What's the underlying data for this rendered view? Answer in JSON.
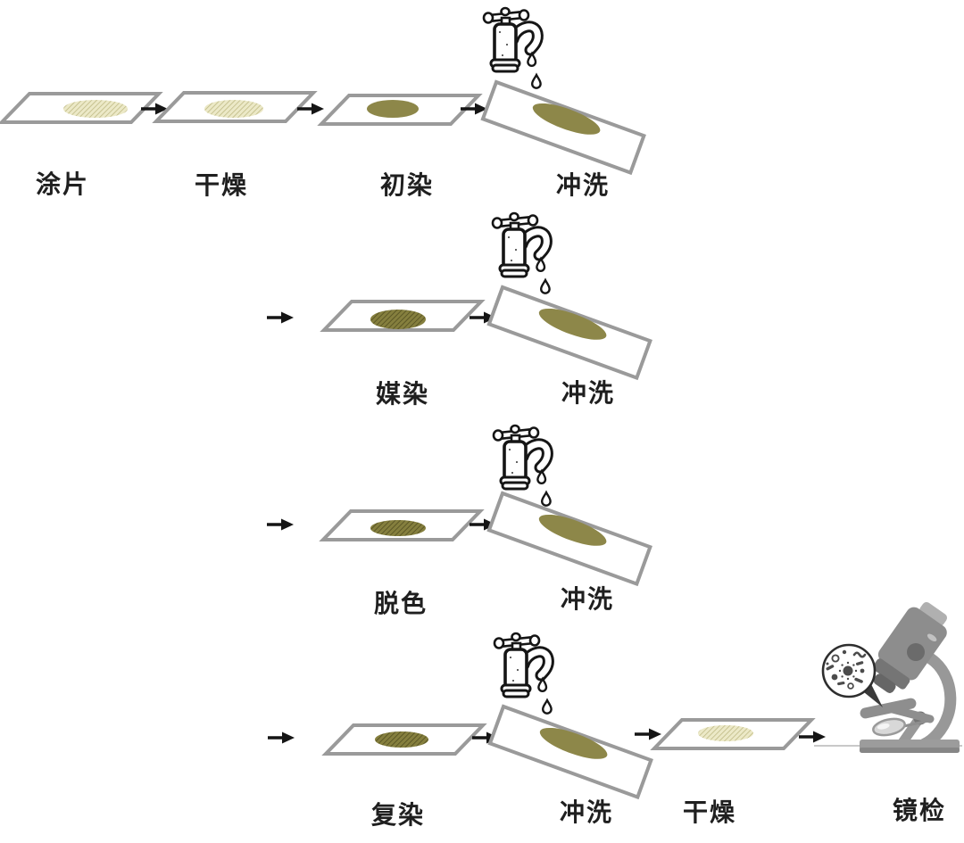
{
  "diagram": {
    "background": "#ffffff",
    "rows": [
      {
        "steps": [
          {
            "label": "涂片",
            "icon": "glass-slide-icon",
            "stain": "light-hatch"
          },
          {
            "label": "干燥",
            "icon": "glass-slide-icon",
            "stain": "light-hatch"
          },
          {
            "label": "初染",
            "icon": "glass-slide-icon",
            "stain": "solid-olive"
          },
          {
            "label": "冲洗",
            "icon": "faucet-rinse-icon",
            "stain": "solid-olive"
          }
        ]
      },
      {
        "steps": [
          {
            "label": "媒染",
            "icon": "glass-slide-icon",
            "stain": "dark-hatch"
          },
          {
            "label": "冲洗",
            "icon": "faucet-rinse-icon",
            "stain": "solid-olive"
          }
        ]
      },
      {
        "steps": [
          {
            "label": "脱色",
            "icon": "glass-slide-icon",
            "stain": "dark-hatch"
          },
          {
            "label": "冲洗",
            "icon": "faucet-rinse-icon",
            "stain": "solid-olive"
          }
        ]
      },
      {
        "steps": [
          {
            "label": "复染",
            "icon": "glass-slide-icon",
            "stain": "dark-hatch"
          },
          {
            "label": "冲洗",
            "icon": "faucet-rinse-icon",
            "stain": "solid-olive"
          },
          {
            "label": "干燥",
            "icon": "glass-slide-icon",
            "stain": "light-hatch"
          },
          {
            "label": "镜检",
            "icon": "microscope-icon"
          }
        ]
      }
    ],
    "colors": {
      "slide_outline": "#9a9a9a",
      "stain_light_bg": "#ece9c7",
      "stain_light_line": "#b9b47c",
      "stain_solid": "#8d8749",
      "stain_dark_bg": "#857f3e",
      "stain_dark_line": "#4b471c",
      "ink": "#151515",
      "microscope_gray": "#8d8d8d"
    }
  }
}
